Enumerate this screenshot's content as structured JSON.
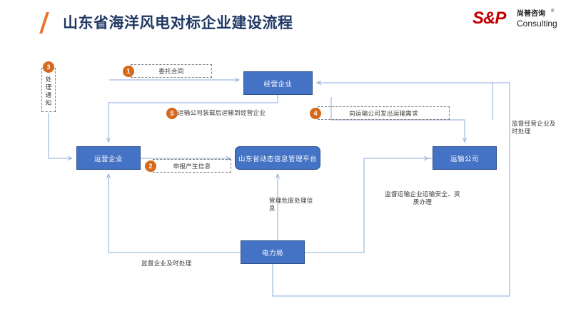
{
  "header": {
    "title": "山东省海洋风电对标企业建设流程",
    "logo": {
      "mark": "S&P",
      "cn_name": "尚普咨询",
      "registered": "®",
      "en_name": "Consulting"
    },
    "accent_color": "#E8742A",
    "title_color": "#1F3864",
    "logo_color": "#C00000"
  },
  "diagram": {
    "node_fill": "#4472C4",
    "node_border": "#2F528F",
    "badge_color": "#D4691E",
    "wire_color": "#8EA9DB",
    "nodes": [
      {
        "id": "jingying",
        "label": "经营企业",
        "shape": "rect"
      },
      {
        "id": "yunying",
        "label": "运营企业",
        "shape": "rect"
      },
      {
        "id": "platform",
        "label": "山东省动态信息管理平台",
        "shape": "rounded-rect"
      },
      {
        "id": "yunshu",
        "label": "运输公司",
        "shape": "rect"
      },
      {
        "id": "dianli",
        "label": "电力局",
        "shape": "rect"
      }
    ],
    "steps": [
      {
        "number": "1",
        "label": "委托合同",
        "boxed": true
      },
      {
        "number": "2",
        "label": "申报产生信息",
        "boxed": true
      },
      {
        "number": "3",
        "label": "处理通知",
        "boxed": true,
        "orientation": "vertical",
        "chars": [
          "处",
          "理",
          "通",
          "知"
        ]
      },
      {
        "number": "4",
        "label": "向运输公司发出运输需求",
        "boxed": true
      },
      {
        "number": "5",
        "label": "运输公司装载后运输到经营企业",
        "boxed": false
      }
    ],
    "wire_labels": [
      {
        "id": "right",
        "text": "监督经营企业及时处理"
      },
      {
        "id": "mid",
        "text": "管理危废处理信息"
      },
      {
        "id": "right_bottom",
        "text": "监督运输企业运输安全、资质办理"
      },
      {
        "id": "bottom",
        "text": "监督企业及时处理"
      }
    ]
  }
}
